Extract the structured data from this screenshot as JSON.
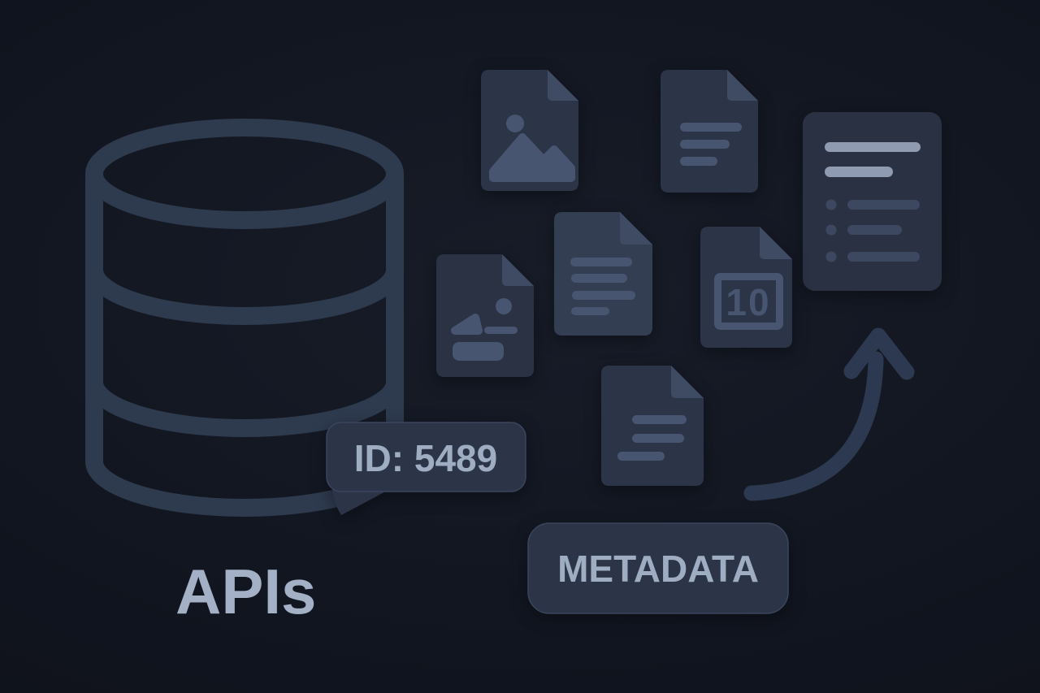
{
  "labels": {
    "database": "APIs",
    "id_badge": "ID: 5489",
    "metadata_badge": "METADATA",
    "io_file": "10"
  },
  "icons": [
    "database-icon",
    "image-file-icon",
    "text-file-icon-top",
    "document-list-card-icon",
    "image-text-file-icon",
    "text-file-icon-middle",
    "io-file-icon",
    "text-file-icon-bottom",
    "curved-arrow-icon"
  ],
  "colors": {
    "background": "#11151f",
    "bg_center": "#171c28",
    "bg_corner": "#0d1018",
    "outline": "#2e3a4e",
    "file_body": "#2c3447",
    "file_body_light": "#343e53",
    "file_body_dark": "#2a3244",
    "file_fold": "#3f4b63",
    "file_detail": "#485570",
    "badge_fill": "#2c3547",
    "badge_stroke": "#3a455e",
    "badge_text": "#9fadc3",
    "label_text": "#a3b0c6",
    "card_fill": "#293143",
    "card_bright": "#8e9bb1",
    "card_dim": "#3c4760",
    "arrow": "#2d3950"
  }
}
